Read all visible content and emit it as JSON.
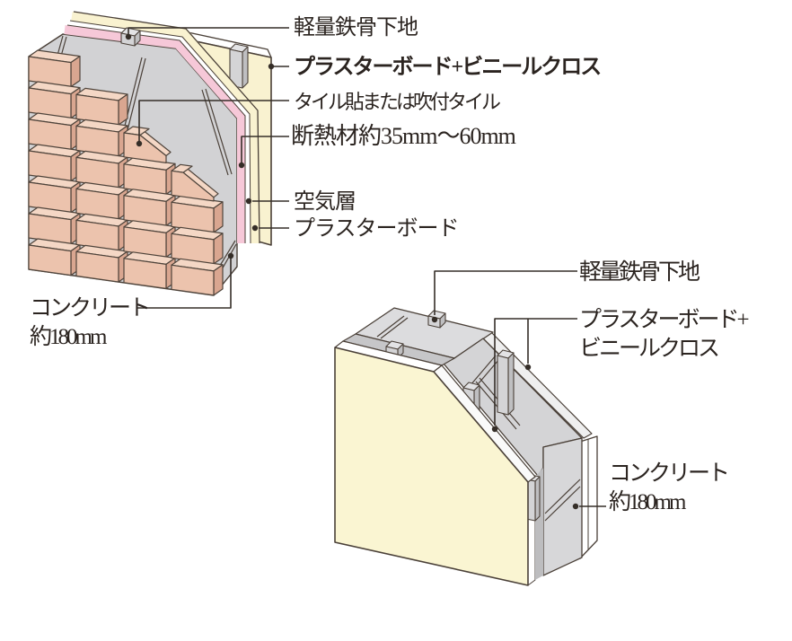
{
  "colors": {
    "background": "#ffffff",
    "outline": "#4a4038",
    "leader_line": "#352e28",
    "text": "#2b2420",
    "tile_brick": "#ecc3ad",
    "concrete": "#d2d2d4",
    "insulation": "#f6c8d8",
    "air_layer": "#ffffff",
    "plasterboard": "#f9f2d0",
    "steel_stud": "#d4d4d6"
  },
  "left_wall_diagram": {
    "labels": {
      "steel_frame": "軽量鉄骨下地",
      "plasterboard_vinyl": "プラスターボード+ビニールクロス",
      "tile": "タイル貼または吹付タイル",
      "insulation": "断熱材約35mm〜60mm",
      "air_layer": "空気層",
      "plasterboard": "プラスターボード",
      "concrete_line1": "コンクリート",
      "concrete_line2": "約180mm"
    }
  },
  "right_wall_diagram": {
    "labels": {
      "steel_frame": "軽量鉄骨下地",
      "plasterboard_vinyl_line1": "プラスターボード+",
      "plasterboard_vinyl_line2": "ビニールクロス",
      "concrete_line1": "コンクリート",
      "concrete_line2": "約180mm"
    }
  }
}
